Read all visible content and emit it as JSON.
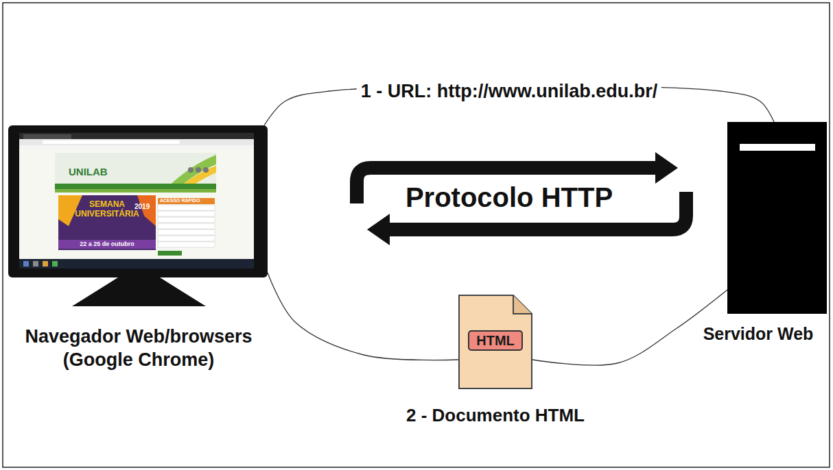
{
  "diagram": {
    "nodes": [
      {
        "text": [
          "Navegador Web/browsers (Google Chrome)"
        ]
      },
      {
        "text": [
          "Servidor Web"
        ]
      },
      {
        "text": [
          "HTML",
          "2 - Documento HTML"
        ]
      }
    ],
    "edges": [
      {
        "from": 0,
        "to": 1,
        "arrow": "none",
        "label": "1 - URL: http://www.unilab.edu.br/"
      },
      {
        "from": 0,
        "to": 2,
        "arrow": "none"
      },
      {
        "from": 2,
        "to": 1,
        "arrow": "none"
      }
    ],
    "labels": [
      "Protocolo HTTP",
      "UNILAB",
      "SEMANA UNIVERSITÁRIA",
      "2019",
      "22 a 25 de outubro",
      "ACESSO RÁPIDO"
    ]
  }
}
